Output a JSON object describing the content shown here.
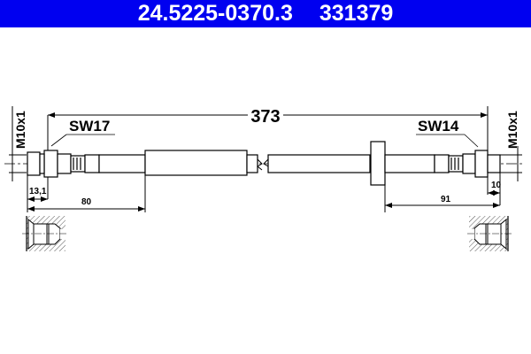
{
  "header": {
    "part_number": "24.5225-0370.3",
    "ref_number": "331379",
    "background_color": "#0000f0",
    "text_color": "#ffffff"
  },
  "drawing": {
    "total_length": "373",
    "left_thread": "M10x1",
    "right_thread": "M10x1",
    "left_wrench_size": "SW17",
    "right_wrench_size": "SW14",
    "left_fitting_length": "13,1",
    "right_fitting_length": "10",
    "left_sleeve_distance": "80",
    "right_sleeve_distance": "91",
    "left_port_icon": "female-port-section-icon",
    "right_port_icon": "female-port-section-icon"
  }
}
